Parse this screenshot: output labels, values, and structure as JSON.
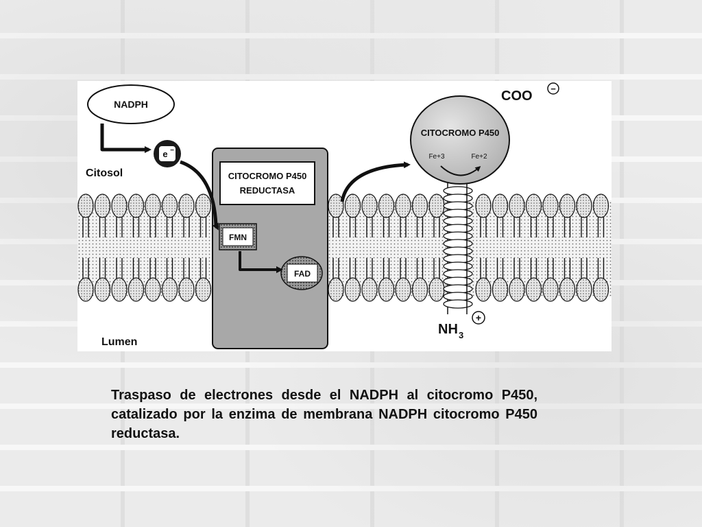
{
  "diagram": {
    "nadph": "NADPH",
    "electron": "e",
    "electron_sup": "−",
    "citosol": "Citosol",
    "lumen": "Lumen",
    "reductase_line1": "CITOCROMO P450",
    "reductase_line2": "REDUCTASA",
    "fmn": "FMN",
    "fad": "FAD",
    "p450": "CITOCROMO P450",
    "fe3": "Fe+3",
    "fe2": "Fe+2",
    "coo": "COO",
    "coo_charge": "−",
    "nh": "NH",
    "nh_sub": "3",
    "nh_charge": "+"
  },
  "caption": "Traspaso de electrones desde el NADPH al citocromo P450, catalizado por la enzima de membrana NADPH citocromo P450 reductasa.",
  "colors": {
    "protein_fill": "#a8a8a8",
    "membrane_head": "#dcdcdc",
    "outline": "#111111"
  }
}
